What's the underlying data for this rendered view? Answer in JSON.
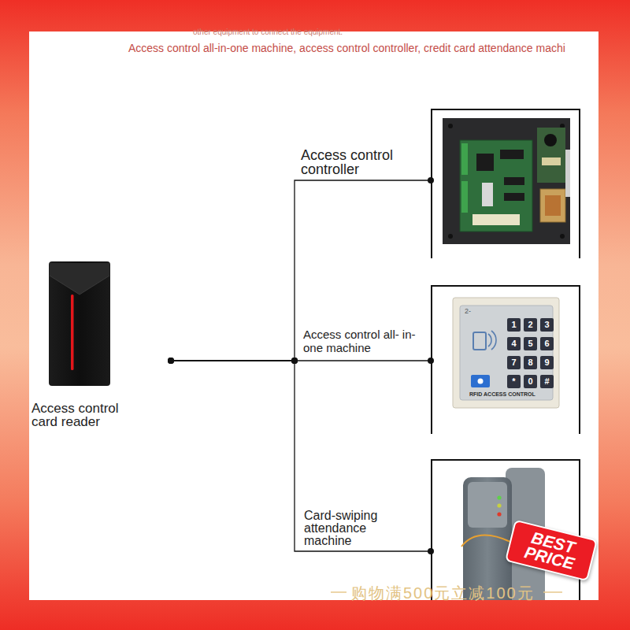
{
  "diagram": {
    "nodes": [
      {
        "text": [
          "Access control card reader"
        ]
      },
      {
        "text": [
          "Access control controller"
        ]
      },
      {
        "text": [
          "Access control all- in-one machine"
        ]
      },
      {
        "text": [
          "Card-swiping attendance machine"
        ]
      }
    ],
    "edges": [
      {
        "from": 0,
        "to": 1,
        "arrow": "none"
      },
      {
        "from": 0,
        "to": 2,
        "arrow": "none"
      },
      {
        "from": 0,
        "to": 3,
        "arrow": "none"
      }
    ],
    "labels": [
      "other equipment to connect the equipment.",
      "Access control all-in-one machine, access control controller, credit card attendance machi",
      "2-",
      "1",
      "2",
      "3",
      "4",
      "5",
      "6",
      "7",
      "8",
      "9",
      "*",
      "0",
      "#",
      "RFID ACCESS CONTROL",
      "BEST PRICE",
      "购物满500元立减100元"
    ]
  }
}
